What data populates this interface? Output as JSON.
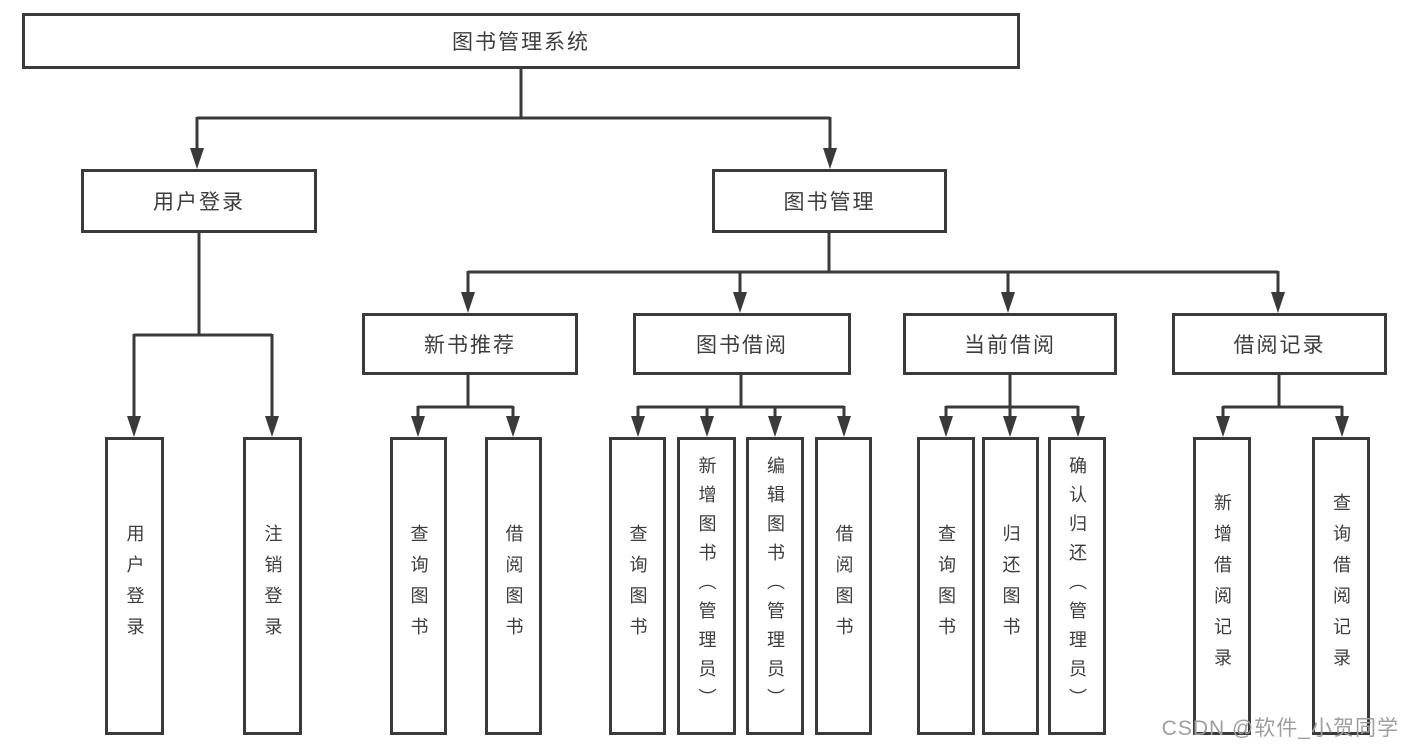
{
  "tree": {
    "root": {
      "label": "图书管理系统",
      "children": [
        {
          "label": "用户登录",
          "children": [
            {
              "label": "用户登录"
            },
            {
              "label": "注销登录"
            }
          ]
        },
        {
          "label": "图书管理",
          "children": [
            {
              "label": "新书推荐",
              "children": [
                {
                  "label": "查询图书"
                },
                {
                  "label": "借阅图书"
                }
              ]
            },
            {
              "label": "图书借阅",
              "children": [
                {
                  "label": "查询图书"
                },
                {
                  "label": "新增图书（管理员）"
                },
                {
                  "label": "编辑图书（管理员）"
                },
                {
                  "label": "借阅图书"
                }
              ]
            },
            {
              "label": "当前借阅",
              "children": [
                {
                  "label": "查询图书"
                },
                {
                  "label": "归还图书"
                },
                {
                  "label": "确认归还（管理员）"
                }
              ]
            },
            {
              "label": "借阅记录",
              "children": [
                {
                  "label": "新增借阅记录"
                },
                {
                  "label": "查询借阅记录"
                }
              ]
            }
          ]
        }
      ]
    }
  },
  "watermark": {
    "text": "CSDN @软件_小贺同学"
  },
  "colors": {
    "border": "#3a3a3a",
    "text": "#3d3d3d",
    "connector": "#3a3a3a",
    "background": "#ffffff",
    "watermark_text": "#9e9e9e"
  }
}
